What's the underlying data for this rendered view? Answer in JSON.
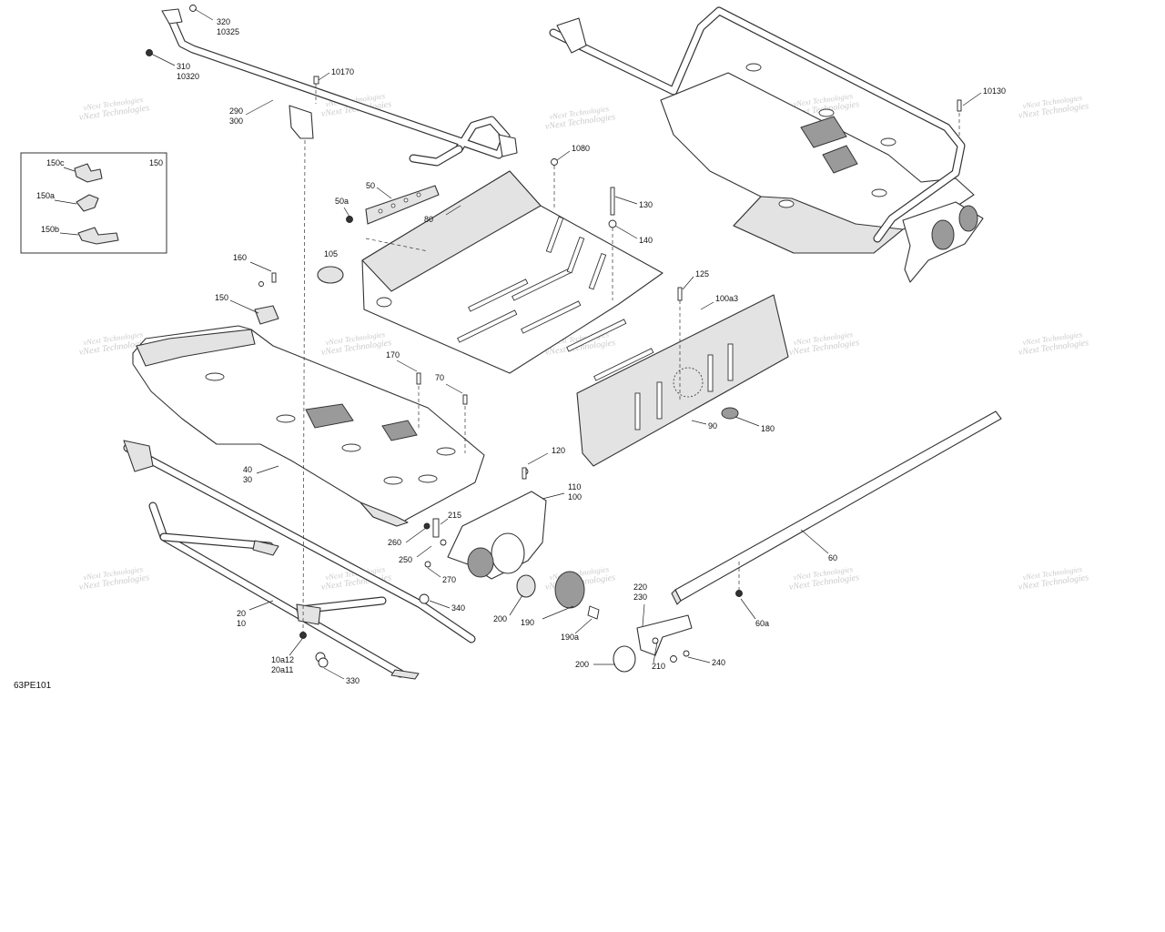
{
  "diagram_code": "63PE101",
  "watermark_text": "vNext Technologies",
  "inset": {
    "title": "150",
    "labels": [
      "150c",
      "150a",
      "150b"
    ]
  },
  "callouts": [
    {
      "id": "320",
      "lines": [
        "320",
        "10325"
      ]
    },
    {
      "id": "310",
      "lines": [
        "310",
        "10320"
      ]
    },
    {
      "id": "290",
      "lines": [
        "290",
        "300"
      ]
    },
    {
      "id": "10170",
      "lines": [
        "10170"
      ]
    },
    {
      "id": "1080",
      "lines": [
        "1080"
      ]
    },
    {
      "id": "50",
      "lines": [
        "50"
      ]
    },
    {
      "id": "50a",
      "lines": [
        "50a"
      ]
    },
    {
      "id": "80",
      "lines": [
        "80"
      ]
    },
    {
      "id": "130",
      "lines": [
        "130"
      ]
    },
    {
      "id": "140",
      "lines": [
        "140"
      ]
    },
    {
      "id": "105",
      "lines": [
        "105"
      ]
    },
    {
      "id": "160",
      "lines": [
        "160"
      ]
    },
    {
      "id": "150",
      "lines": [
        "150"
      ]
    },
    {
      "id": "125",
      "lines": [
        "125"
      ]
    },
    {
      "id": "100a3",
      "lines": [
        "100a3"
      ]
    },
    {
      "id": "10130",
      "lines": [
        "10130"
      ]
    },
    {
      "id": "170",
      "lines": [
        "170"
      ]
    },
    {
      "id": "70",
      "lines": [
        "70"
      ]
    },
    {
      "id": "90",
      "lines": [
        "90"
      ]
    },
    {
      "id": "180",
      "lines": [
        "180"
      ]
    },
    {
      "id": "40",
      "lines": [
        "40",
        "30"
      ]
    },
    {
      "id": "120",
      "lines": [
        "120"
      ]
    },
    {
      "id": "110",
      "lines": [
        "110",
        "100"
      ]
    },
    {
      "id": "215",
      "lines": [
        "215"
      ]
    },
    {
      "id": "260",
      "lines": [
        "260"
      ]
    },
    {
      "id": "250",
      "lines": [
        "250"
      ]
    },
    {
      "id": "270",
      "lines": [
        "270"
      ]
    },
    {
      "id": "60",
      "lines": [
        "60"
      ]
    },
    {
      "id": "60a",
      "lines": [
        "60a"
      ]
    },
    {
      "id": "340",
      "lines": [
        "340"
      ]
    },
    {
      "id": "220",
      "lines": [
        "220",
        "230"
      ]
    },
    {
      "id": "200a",
      "lines": [
        "200"
      ]
    },
    {
      "id": "190",
      "lines": [
        "190"
      ]
    },
    {
      "id": "190a",
      "lines": [
        "190a"
      ]
    },
    {
      "id": "20",
      "lines": [
        "20",
        "10"
      ]
    },
    {
      "id": "10a12",
      "lines": [
        "10a12",
        "20a11"
      ]
    },
    {
      "id": "330",
      "lines": [
        "330"
      ]
    },
    {
      "id": "210",
      "lines": [
        "210"
      ]
    },
    {
      "id": "240",
      "lines": [
        "240"
      ]
    },
    {
      "id": "200b",
      "lines": [
        "200"
      ]
    }
  ]
}
